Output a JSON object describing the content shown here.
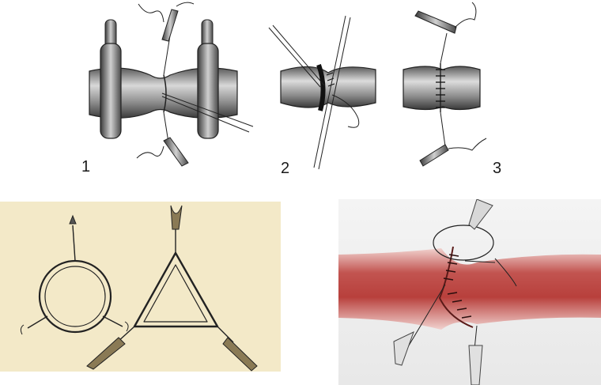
{
  "figure": {
    "steps": [
      {
        "label": "1",
        "depicts": "vessel-ends-held-by-clamps-with-stay-sutures"
      },
      {
        "label": "2",
        "depicts": "posterior-wall-running-suture"
      },
      {
        "label": "3",
        "depicts": "completed-anastomosis-with-stay-sutures"
      }
    ],
    "panels": [
      {
        "depicts": "triangulation-technique-circle-to-triangle"
      },
      {
        "depicts": "running-suture-on-red-vessel"
      }
    ],
    "colors": {
      "vessel_gray": "#8a8a8a",
      "vessel_dark": "#3a3a3a",
      "parchment": "#f3e9c8",
      "vessel_red": "#b8403c",
      "vessel_red_light": "#f1d2cf",
      "ink": "#1a1a1a"
    }
  }
}
